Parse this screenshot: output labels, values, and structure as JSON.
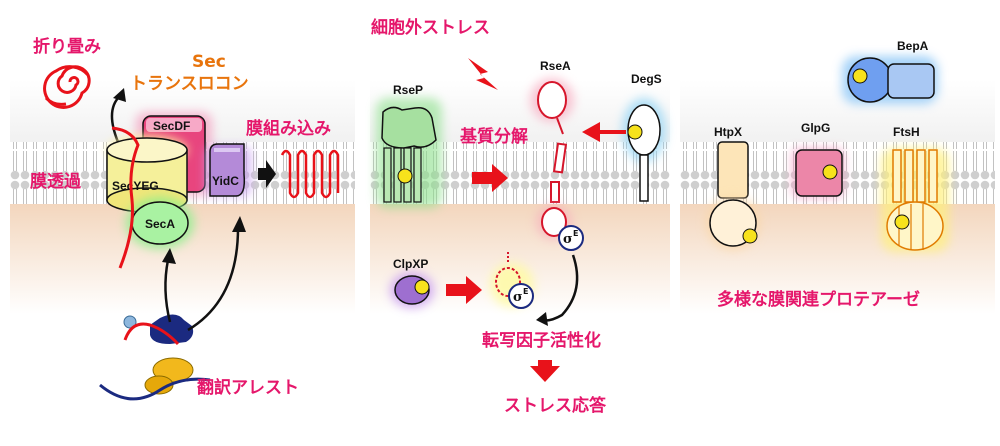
{
  "panel_left": {
    "folding": "折り畳み",
    "sec_title": "Sec",
    "translocon": "トランスロコン",
    "secdf": "SecDF",
    "secyeg": "SecYEG",
    "seca": "SecA",
    "yidc": "YidC",
    "membrane_insertion": "膜組み込み",
    "translocation": "膜透過",
    "translation_arrest": "翻訳アレスト"
  },
  "panel_middle": {
    "extracellular_stress": "細胞外ストレス",
    "rsep": "RseP",
    "rsea": "RseA",
    "degs": "DegS",
    "substrate_degradation": "基質分解",
    "clpxp": "ClpXP",
    "sigma": "σ",
    "sigma_sup": "E",
    "transcription_activation": "転写因子活性化",
    "stress_response": "ストレス応答"
  },
  "panel_right": {
    "bepa": "BepA",
    "htpx": "HtpX",
    "glpg": "GlpG",
    "ftsh": "FtsH",
    "diverse_proteases": "多様な膜関連プロテアーゼ"
  },
  "colors": {
    "label_pink": "#e5176b",
    "label_orange": "#e8740c",
    "arrow_red": "#e8121a",
    "membrane_head": "#c9c9c9",
    "cytoplasm": "#f6e1cc"
  }
}
